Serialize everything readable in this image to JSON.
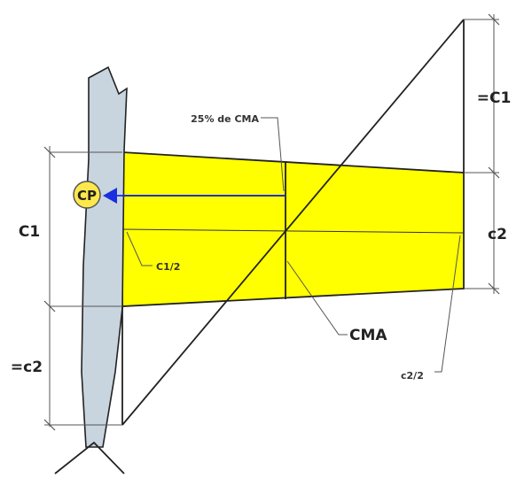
{
  "labels": {
    "mac_25": "25% de CMA",
    "cma": "CMA",
    "c1_half": "C1/2",
    "c2_half": "c2/2",
    "c1_left": "C1",
    "c2_right": "c2",
    "eq_c1": "=C1",
    "eq_c2": "=c2",
    "cp": "CP"
  },
  "colors": {
    "wing": "#ffff00",
    "fuselage": "#c8d4de",
    "cp_circle": "#ffe84a",
    "arrow": "#1a2ee0"
  }
}
